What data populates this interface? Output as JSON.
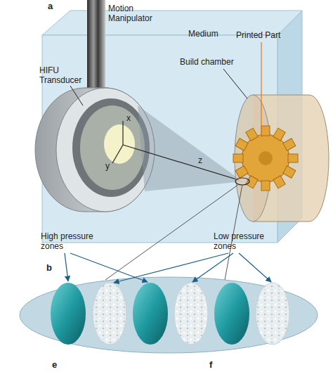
{
  "diagram": {
    "labels": [
      "a",
      "Motion Manipulator",
      "HIFU Transducer",
      "Medium",
      "Printed Part",
      "Build chamber",
      "x",
      "y",
      "z",
      "b",
      "High pressure zones",
      "Low pressure zones",
      "e",
      "f"
    ]
  }
}
